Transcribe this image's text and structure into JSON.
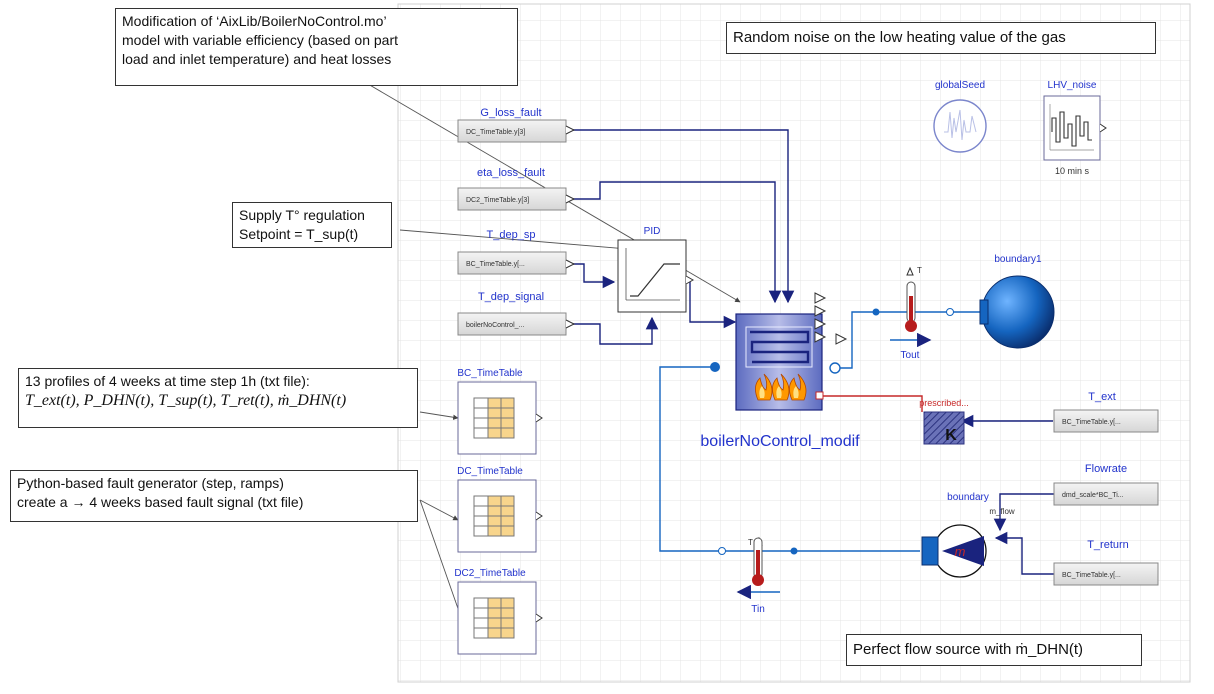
{
  "callouts": {
    "modification": {
      "line1": "Modification of ‘AixLib/BoilerNoControl.mo’",
      "line2": "model with variable efficiency (based on part",
      "line3": "load and inlet temperature) and heat losses"
    },
    "noise": "Random noise on the low heating value of the gas",
    "supply": {
      "line1": "Supply T° regulation",
      "line2": "Setpoint = T_sup(t)"
    },
    "profiles": {
      "line1": "13 profiles of 4 weeks at time step 1h (txt file):",
      "line2": "T_ext(t), P_DHN(t), T_sup(t), T_ret(t), ṁ_DHN(t)"
    },
    "fault": {
      "line1": "Python-based fault generator (step, ramps)",
      "line2": "create a → 4 weeks based fault signal (txt file)"
    },
    "flow_source": "Perfect flow source with ṁ_DHN(t)"
  },
  "blocks": {
    "g_loss_fault": {
      "name": "G_loss_fault",
      "inner": "DC_TimeTable.y[3]"
    },
    "eta_loss_fault": {
      "name": "eta_loss_fault",
      "inner": "DC2_TimeTable.y[3]"
    },
    "t_dep_sp": {
      "name": "T_dep_sp",
      "inner": "BC_TimeTable.y[..."
    },
    "t_dep_signal": {
      "name": "T_dep_signal",
      "inner": "boilerNoControl_..."
    },
    "pid": {
      "name": "PID"
    },
    "global_seed": {
      "name": "globalSeed"
    },
    "lhv_noise": {
      "name": "LHV_noise",
      "sub": "10 min s"
    },
    "temp_out": {
      "name": "Tout",
      "tag": "T"
    },
    "boundary1": {
      "name": "boundary1"
    },
    "boiler": {
      "name": "boilerNoControl_modif"
    },
    "prescribed": {
      "name": "prescribed...",
      "unit": "K"
    },
    "t_ext": {
      "name": "T_ext",
      "inner": "BC_TimeTable.y[..."
    },
    "flowrate": {
      "name": "Flowrate",
      "inner": "dmd_scale*BC_Ti..."
    },
    "boundary": {
      "name": "boundary",
      "m_flow": "m_flow",
      "symbol": "m"
    },
    "t_return": {
      "name": "T_return",
      "inner": "BC_TimeTable.y[..."
    },
    "temp_in": {
      "name": "Tin",
      "tag": "T"
    },
    "bc_timetable": {
      "name": "BC_TimeTable"
    },
    "dc_timetable": {
      "name": "DC_TimeTable"
    },
    "dc2_timetable": {
      "name": "DC2_TimeTable"
    }
  },
  "colors": {
    "connector_blue": "#1a237e",
    "fluid_blue": "#1565c0",
    "heat_red": "#c62828",
    "label_blue": "#2233cc"
  }
}
